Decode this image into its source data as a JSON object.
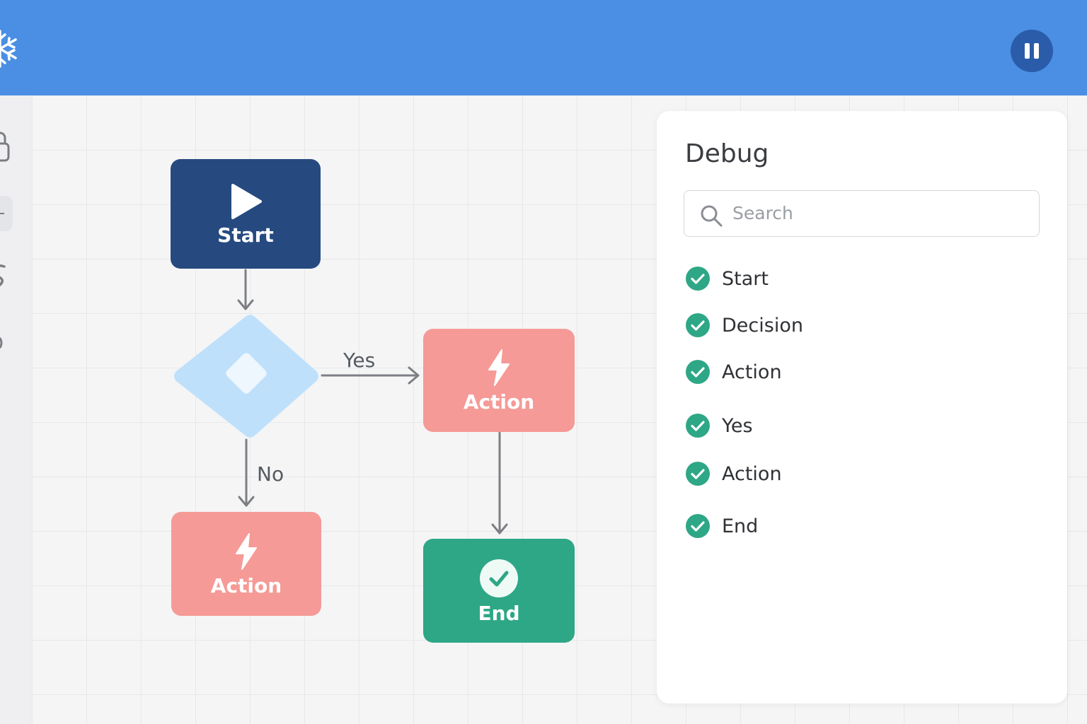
{
  "header": {
    "logo_icon": "snowflake-icon",
    "pause_icon": "pause-icon",
    "accent_color": "#4a8fe3"
  },
  "sidebar": {
    "items": [
      {
        "icon": "lock-icon"
      },
      {
        "icon": "plus-icon",
        "active": true
      },
      {
        "icon": "dollar-icon"
      },
      {
        "icon": "gear-icon"
      }
    ]
  },
  "flow": {
    "nodes": {
      "start": {
        "label": "Start",
        "icon": "play-icon",
        "color": "#264a80"
      },
      "decision": {
        "icon": "diamond-icon",
        "color": "#bfe0fb"
      },
      "action_yes": {
        "label": "Action",
        "icon": "lightning-icon",
        "color": "#f59a96"
      },
      "action_no": {
        "label": "Action",
        "icon": "lightning-icon",
        "color": "#f59a96"
      },
      "end": {
        "label": "End",
        "icon": "check-circle-icon",
        "color": "#2ea786"
      }
    },
    "edges": {
      "yes_label": "Yes",
      "no_label": "No"
    }
  },
  "debug": {
    "title": "Debug",
    "search_placeholder": "Search",
    "items": [
      {
        "label": "Start",
        "status": "success"
      },
      {
        "label": "Decision",
        "status": "success"
      },
      {
        "label": "Action",
        "status": "success"
      },
      {
        "label": "Yes",
        "status": "success"
      },
      {
        "label": "Action",
        "status": "success"
      },
      {
        "label": "End",
        "status": "success"
      }
    ],
    "success_color": "#2ea786"
  }
}
